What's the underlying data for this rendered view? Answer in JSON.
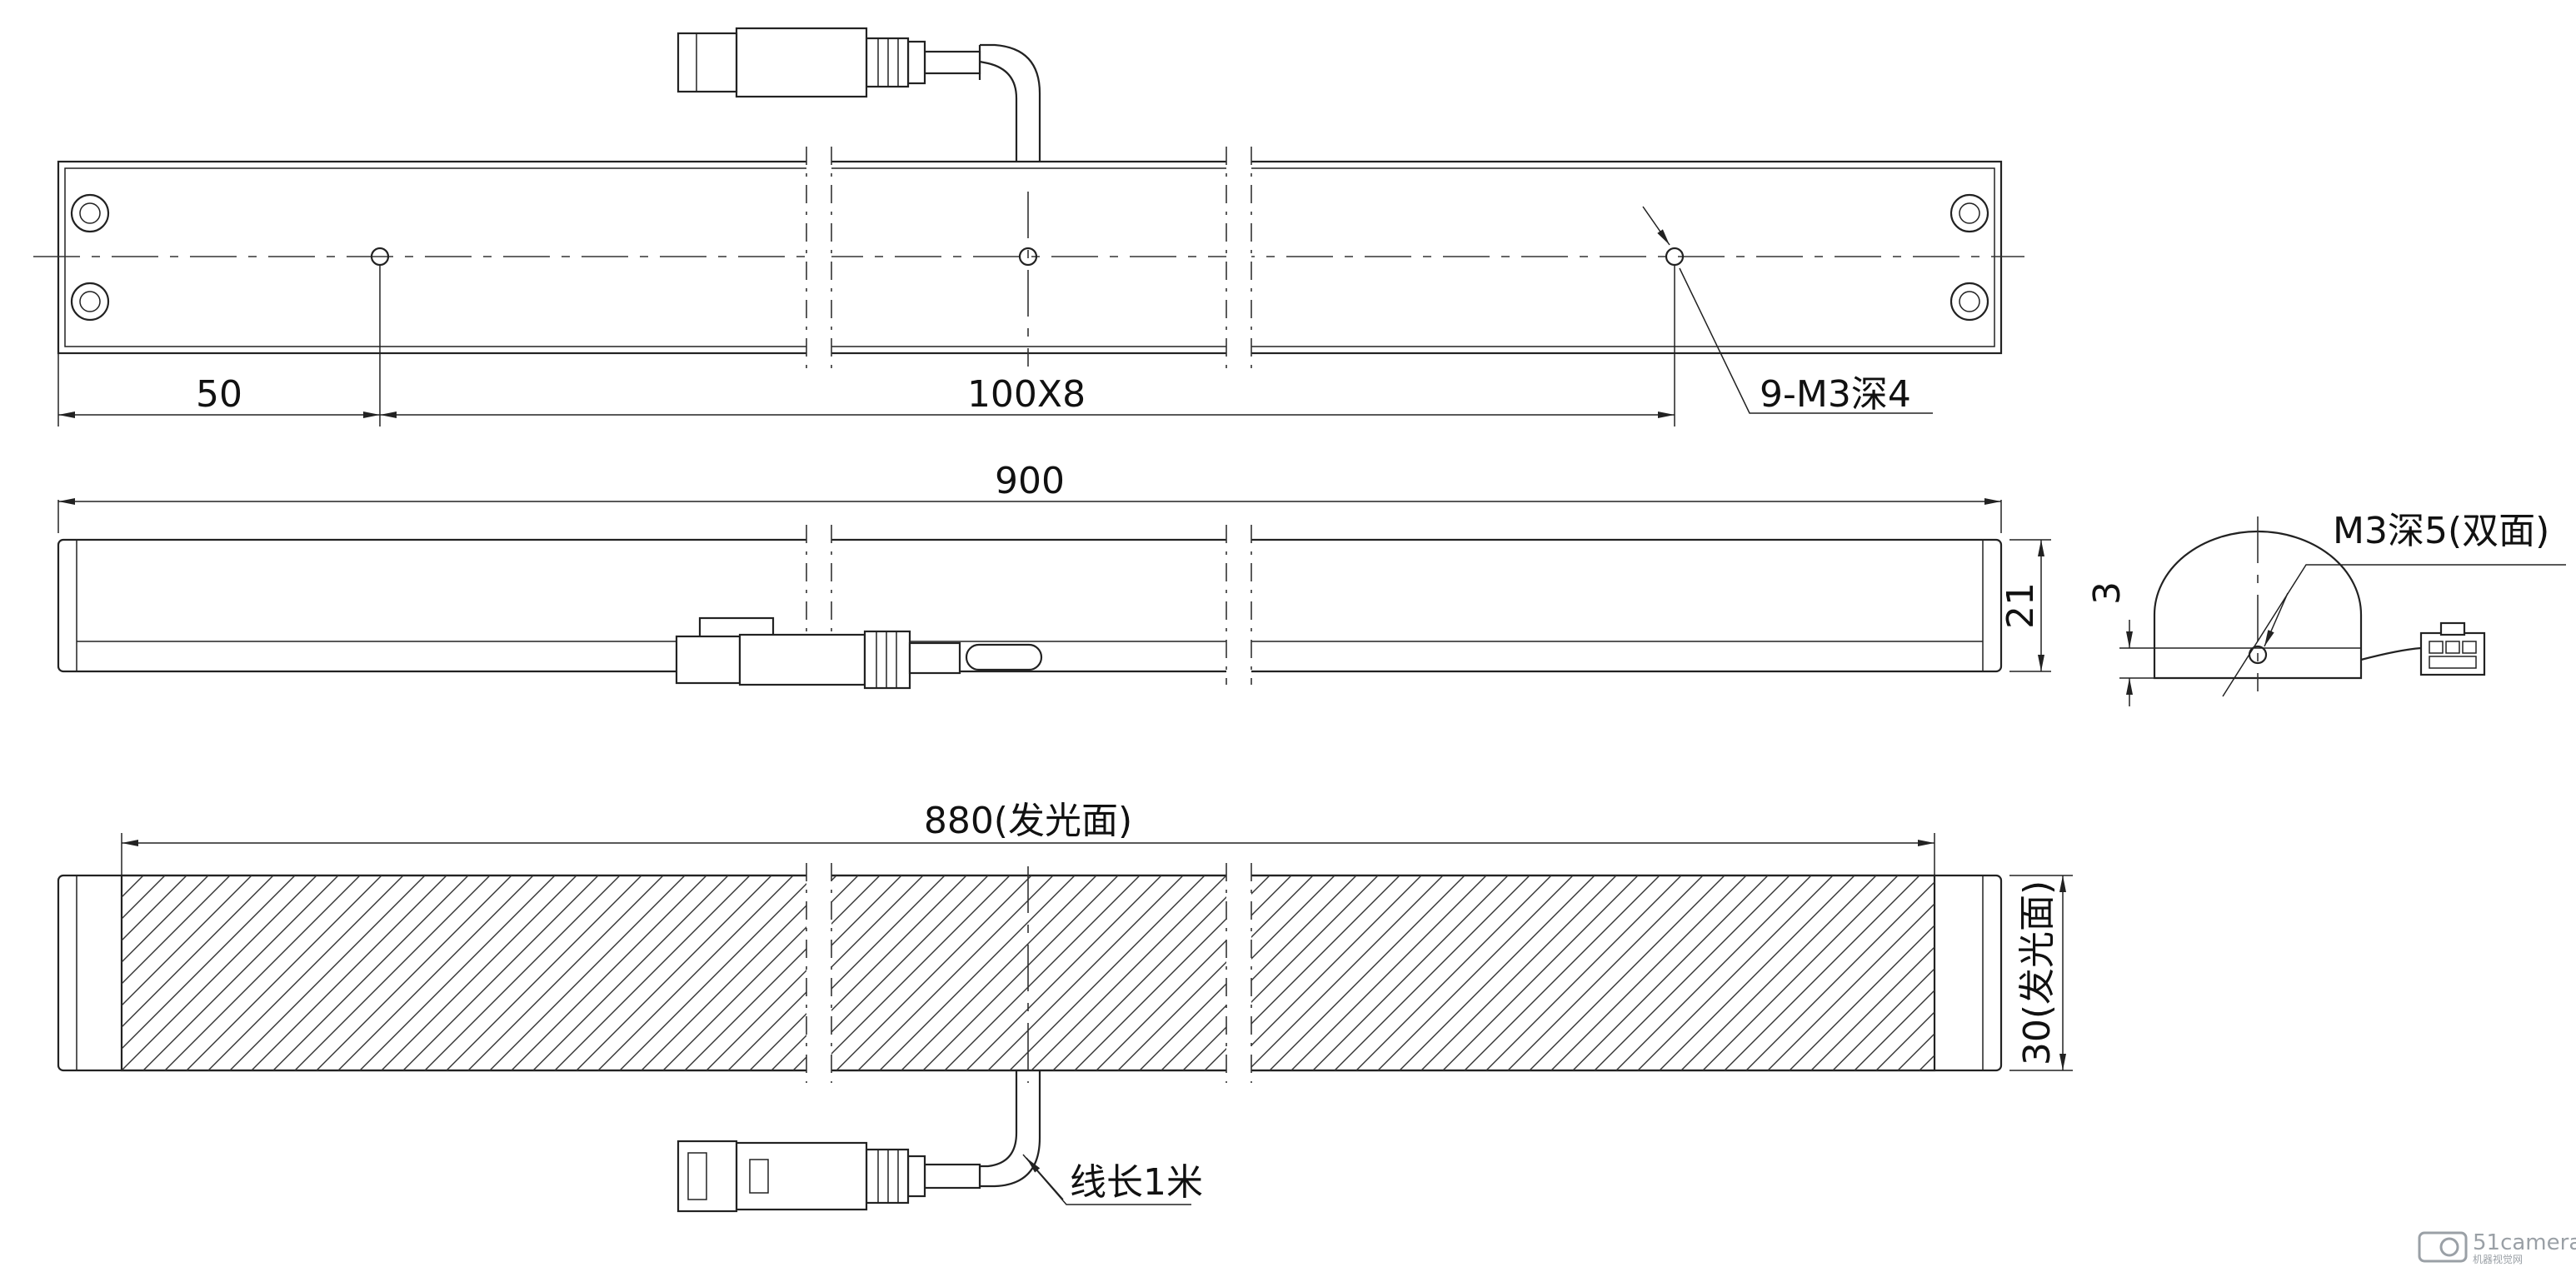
{
  "drawing": {
    "dimensions": {
      "hole_pitch_start": "50",
      "hole_pitch": "100X8",
      "top_holes": "9-M3深4",
      "total_length": "900",
      "height": "21",
      "side_offset": "3",
      "side_holes": "M3深5(双面)",
      "emitting_length": "880(发光面)",
      "emitting_width": "30(发光面)",
      "cable_length": "线长1米"
    },
    "watermark": {
      "logo_text": "51camera",
      "sub_text": "机器视觉网"
    }
  }
}
